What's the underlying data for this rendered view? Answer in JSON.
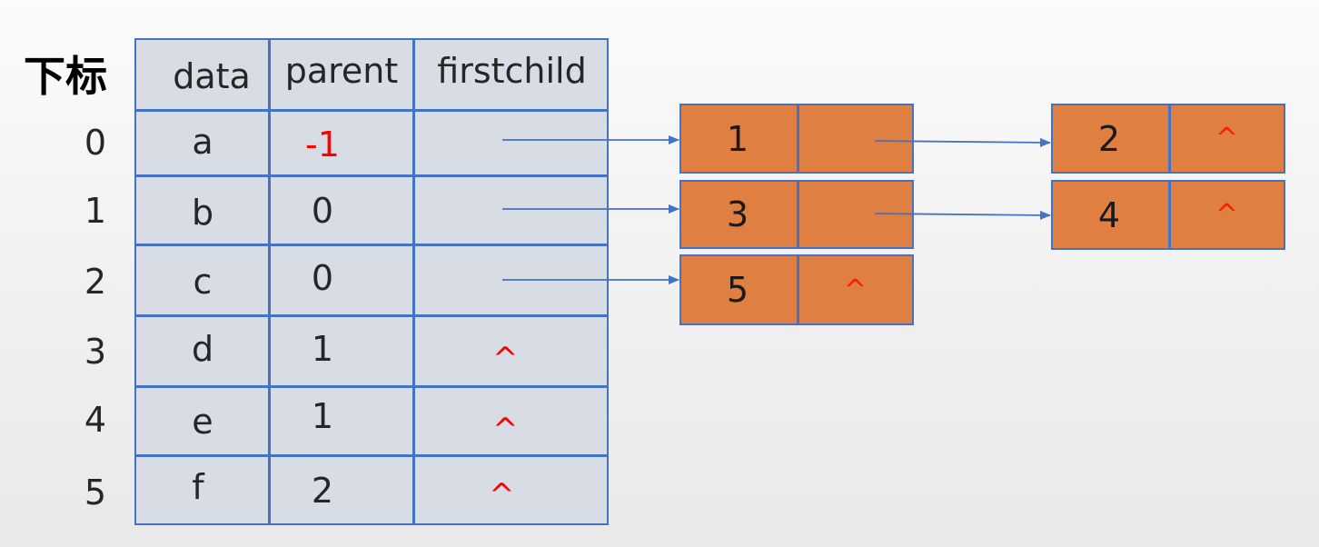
{
  "index_heading": "下标",
  "indices": [
    "0",
    "1",
    "2",
    "3",
    "4",
    "5"
  ],
  "headers": {
    "data": "data",
    "parent": "parent",
    "firstchild": "firstchild"
  },
  "rows": [
    {
      "data": "a",
      "parent": "-1",
      "firstchild": ""
    },
    {
      "data": "b",
      "parent": "0",
      "firstchild": ""
    },
    {
      "data": "c",
      "parent": "0",
      "firstchild": ""
    },
    {
      "data": "d",
      "parent": "1",
      "firstchild": "^"
    },
    {
      "data": "e",
      "parent": "1",
      "firstchild": "^"
    },
    {
      "data": "f",
      "parent": "2",
      "firstchild": "^"
    }
  ],
  "child_lists": [
    {
      "nodes": [
        {
          "child": "1",
          "next": ""
        },
        {
          "child": "2",
          "next": "^"
        }
      ]
    },
    {
      "nodes": [
        {
          "child": "3",
          "next": ""
        },
        {
          "child": "4",
          "next": "^"
        }
      ]
    },
    {
      "nodes": [
        {
          "child": "5",
          "next": "^"
        }
      ]
    }
  ],
  "colors": {
    "table_fill": "#d8dce5",
    "border": "#4472c4",
    "node_fill": "#e07f42",
    "null_pointer": "#ff0000",
    "arrow": "#4472c4"
  }
}
